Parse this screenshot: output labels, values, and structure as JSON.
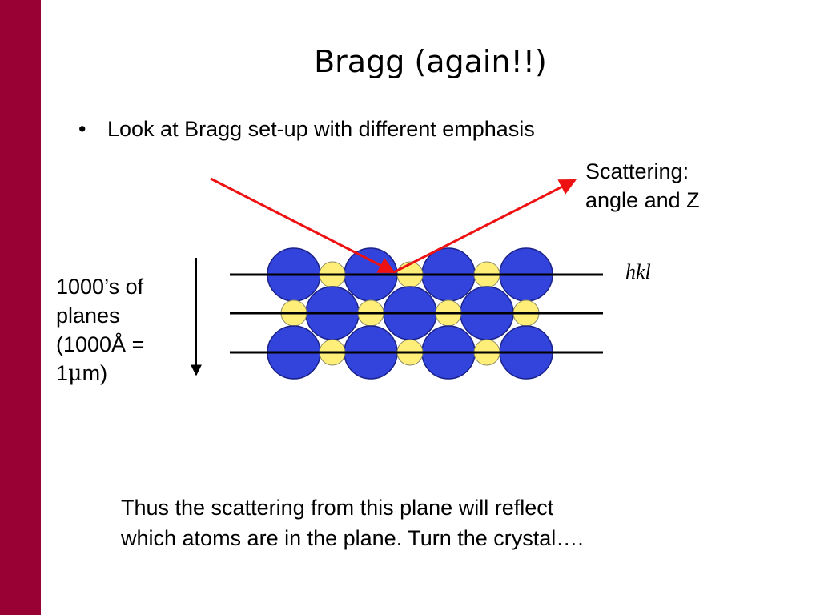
{
  "slide": {
    "title": "Bragg (again!!)",
    "bullet_glyph": "•",
    "bullet_text": "Look at Bragg set-up with different emphasis",
    "scattering_label": [
      "Scattering:",
      "angle and Z"
    ],
    "planes_label": [
      "1000’s of",
      "planes",
      "(1000Å =",
      "1",
      "μ",
      "m)"
    ],
    "hkl_label": "hkl",
    "caption": [
      "Thus the scattering from this plane will reflect",
      "which atoms are in the plane.  Turn the crystal…."
    ]
  },
  "colors": {
    "side_bar": "#990033",
    "large_atom": "#3344dd",
    "small_atom": "#ffee77",
    "ray": "#ee1111",
    "plane_line": "#000000"
  }
}
